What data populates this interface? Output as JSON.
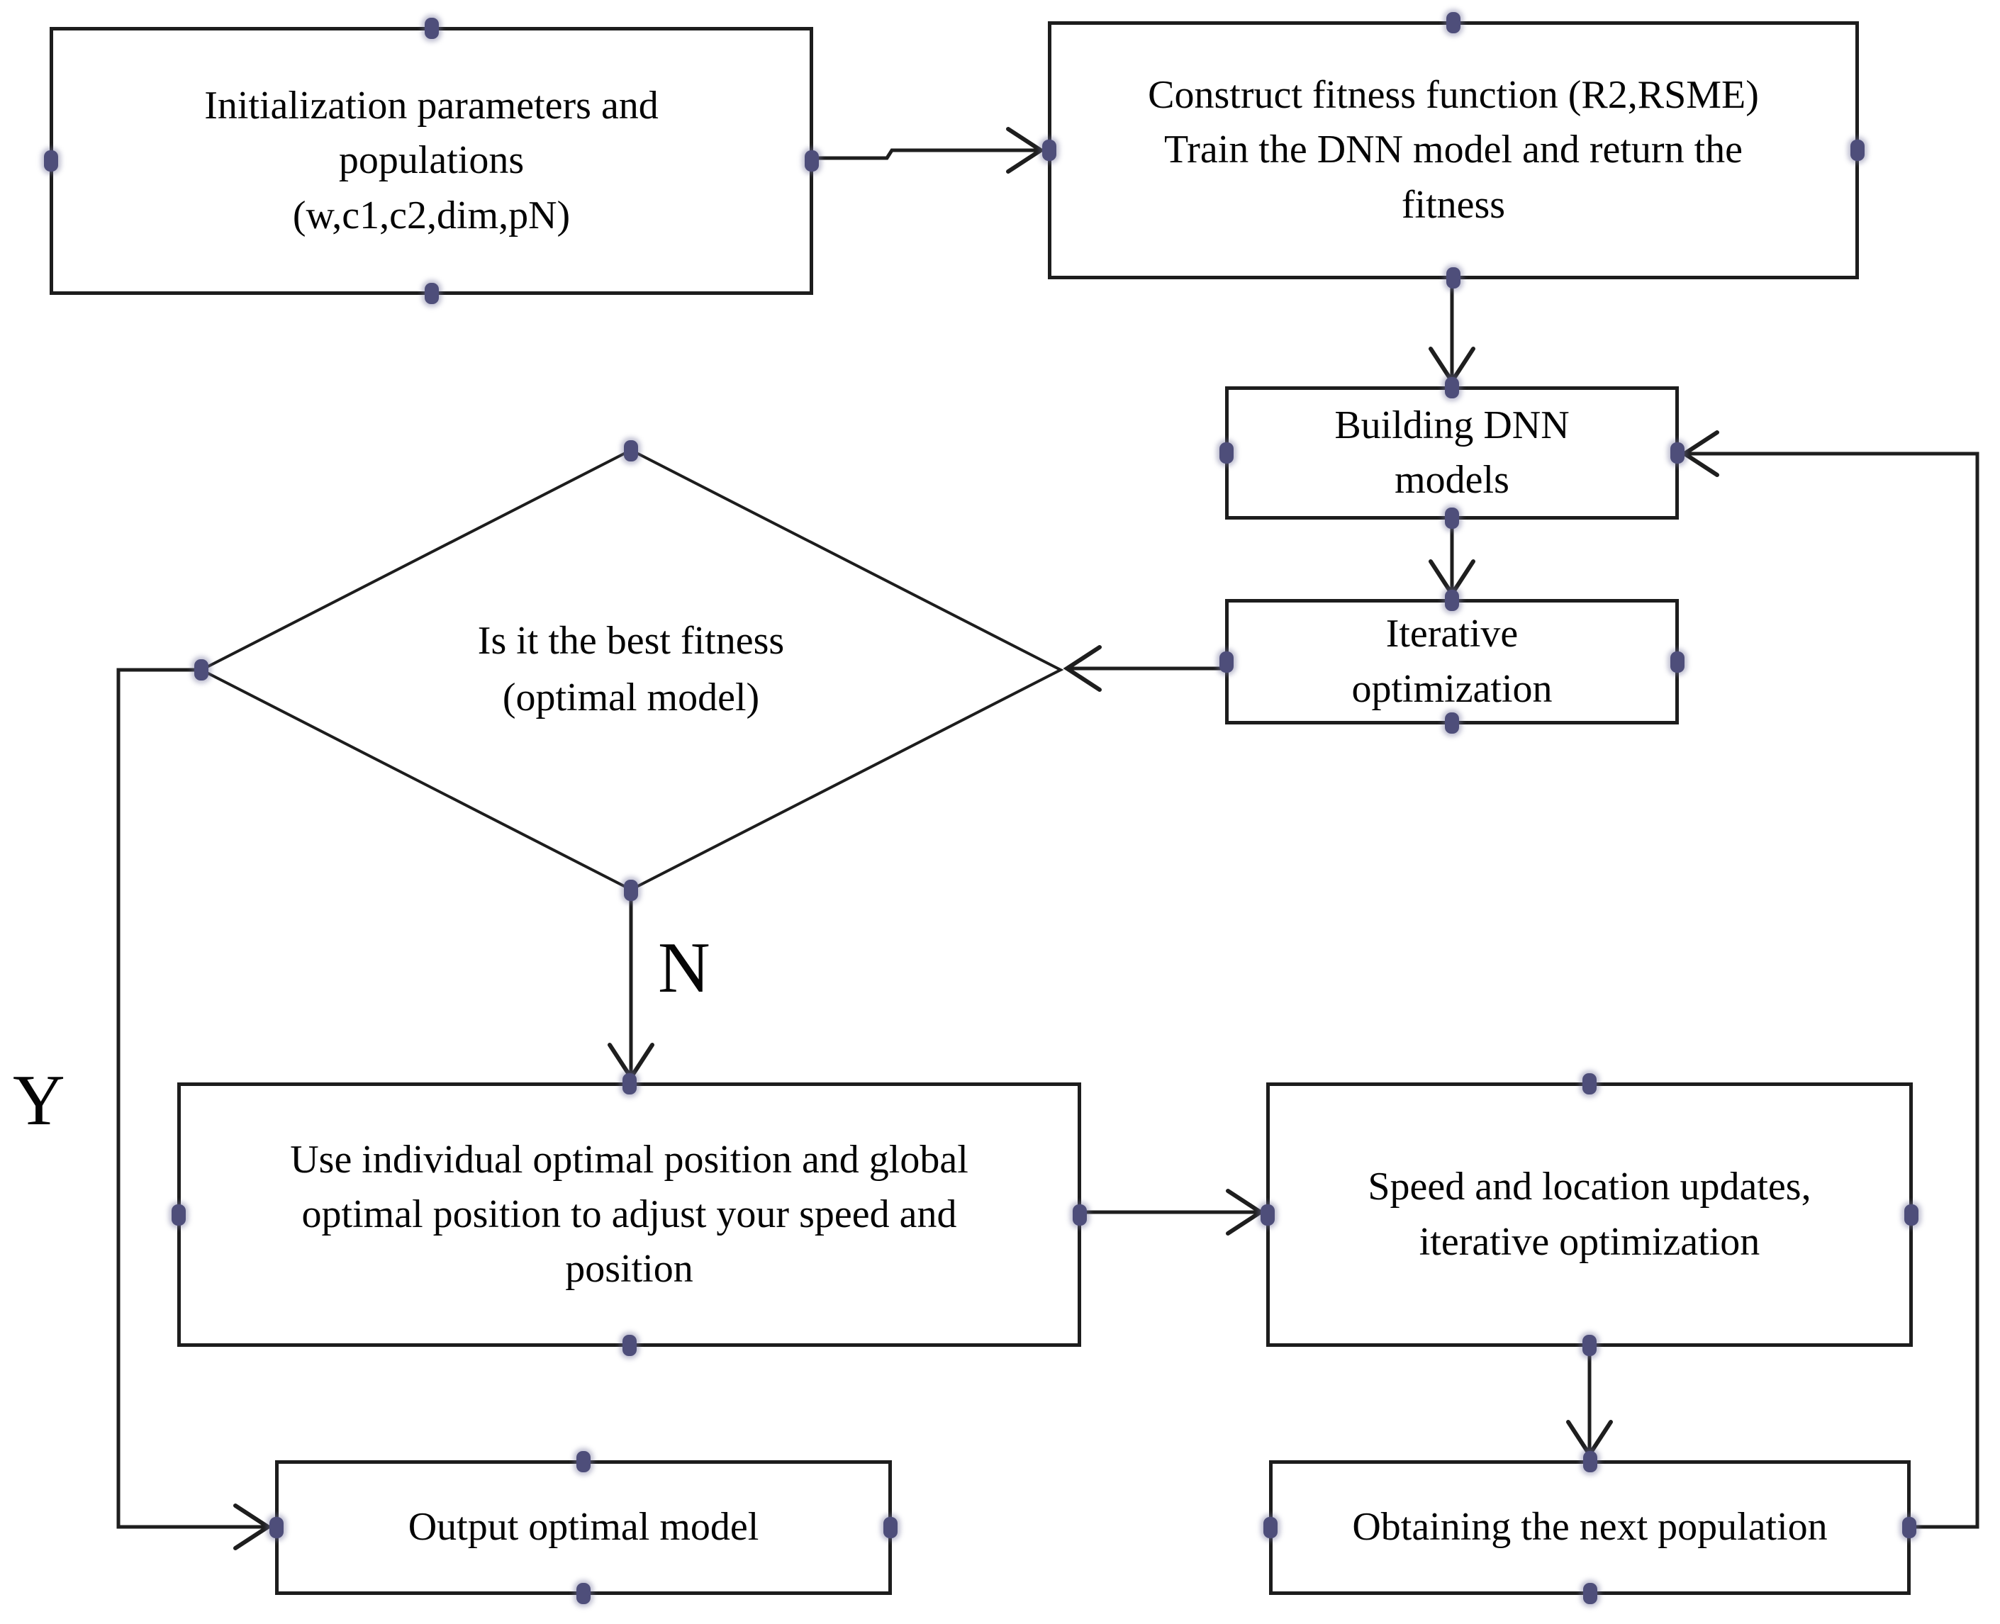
{
  "figure": {
    "kind": "flowchart",
    "background_color": "#ffffff",
    "line_color": "#1e1e1e",
    "handle_color": "#4e4e7a",
    "text_color": "#050505"
  },
  "nodes": {
    "init": {
      "lines": [
        "Initialization parameters and",
        "populations",
        "(w,c1,c2,dim,pN)"
      ]
    },
    "fitness": {
      "lines": [
        "Construct fitness function (R2,RSME)",
        "Train the DNN model and return the",
        "fitness"
      ]
    },
    "build": {
      "lines": [
        "Building DNN",
        "models"
      ]
    },
    "iterate": {
      "lines": [
        "Iterative",
        "optimization"
      ]
    },
    "decision": {
      "lines": [
        "Is it the best fitness",
        "(optimal model)"
      ]
    },
    "adjust": {
      "lines": [
        "Use individual optimal position and global",
        "optimal position to adjust your speed and",
        "position"
      ]
    },
    "update": {
      "lines": [
        "Speed and location updates,",
        "iterative optimization"
      ]
    },
    "next_pop": {
      "lines": [
        "Obtaining the next population"
      ]
    },
    "output": {
      "lines": [
        "Output optimal model"
      ]
    }
  },
  "edge_labels": {
    "no": "N",
    "yes": "Y"
  }
}
